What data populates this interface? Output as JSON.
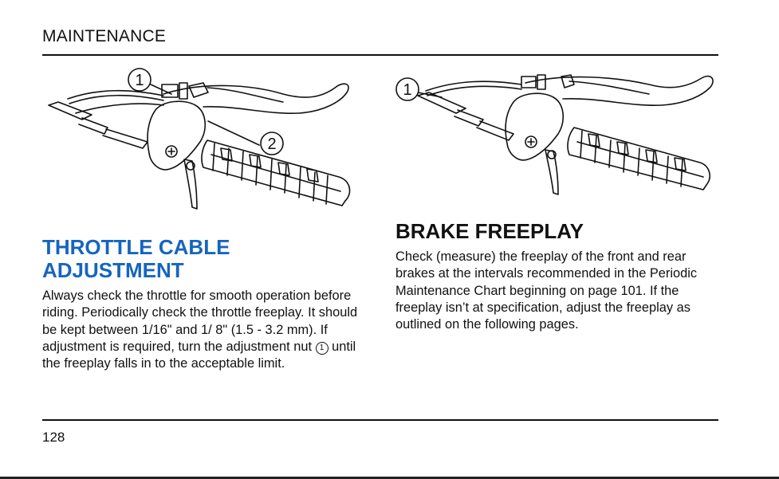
{
  "header": {
    "title": "MAINTENANCE"
  },
  "left_figure": {
    "callouts": [
      "1",
      "2"
    ]
  },
  "right_figure": {
    "callouts": [
      "1"
    ]
  },
  "throttle": {
    "title_line1": "THROTTLE CABLE",
    "title_line2": "ADJUSTMENT",
    "text_part1": "Always check the throttle for smooth operation before riding. Periodically check the throttle freeplay. It should be kept between 1/16\" and 1/ 8\" (1.5 - 3.2 mm). If adjustment is required, turn the adjustment nut ",
    "callout_ref": "1",
    "text_part2": " until the freeplay falls in to the acceptable limit."
  },
  "brake": {
    "title": "BRAKE FREEPLAY",
    "text": "Check (measure) the freeplay of the front and rear brakes at the intervals recommended in the Periodic Maintenance Chart beginning on page 101. If the freeplay isn’t at specification, adjust the freeplay as outlined on the following pages."
  },
  "footer": {
    "page_number": "128"
  }
}
